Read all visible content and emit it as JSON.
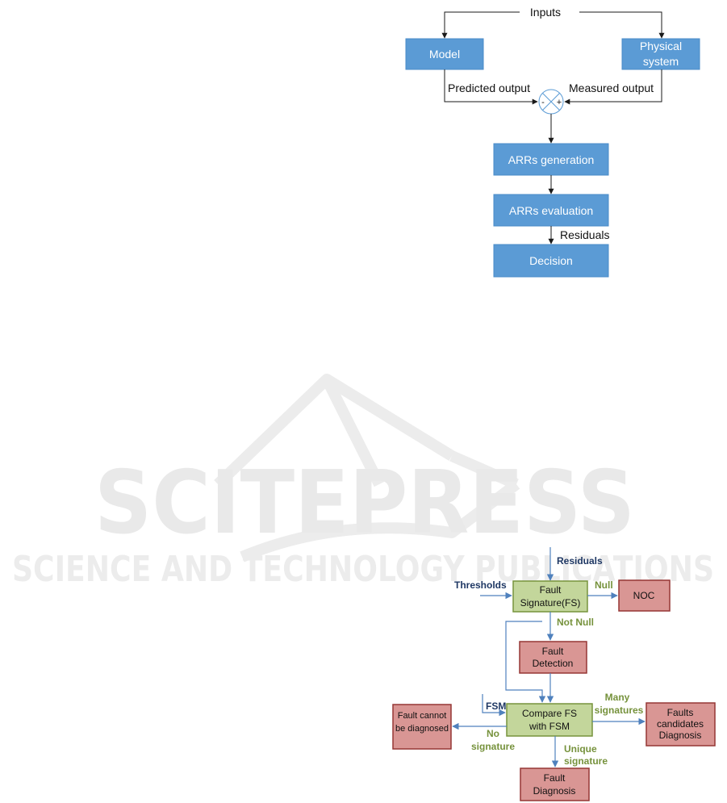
{
  "watermark": {
    "main": "SCITEPRESS",
    "sub": "SCIENCE AND TECHNOLOGY PUBLICATIONS"
  },
  "diagram1": {
    "inputs": "Inputs",
    "model": "Model",
    "physical_system": [
      "Physical",
      "system"
    ],
    "predicted_output": "Predicted output",
    "measured_output": "Measured output",
    "minus": "-",
    "plus": "+",
    "arrs_generation": "ARRs generation",
    "arrs_evaluation": "ARRs evaluation",
    "residuals": "Residuals",
    "decision": "Decision",
    "colors": {
      "box": "#5b9bd5",
      "box_border": "#4a8bc8",
      "line": "#1a1a1a"
    }
  },
  "diagram2": {
    "residuals": "Residuals",
    "thresholds": "Thresholds",
    "fault_signature": [
      "Fault",
      "Signature(FS)"
    ],
    "null": "Null",
    "noc": "NOC",
    "not_null": "Not Null",
    "fault_detection": [
      "Fault",
      "Detection"
    ],
    "fsm": "FSM",
    "compare": [
      "Compare FS",
      "with FSM"
    ],
    "many_signatures": [
      "Many",
      "signatures"
    ],
    "faults_candidates": [
      "Faults",
      "candidates",
      "Diagnosis"
    ],
    "no_signature": [
      "No",
      "signature"
    ],
    "fault_cannot": [
      "Fault cannot",
      "be diagnosed"
    ],
    "unique_signature": [
      "Unique",
      "signature"
    ],
    "fault_diagnosis": [
      "Fault",
      "Diagnosis"
    ],
    "colors": {
      "green_fill": "#c3d69b",
      "green_border": "#77933c",
      "red_fill": "#d99694",
      "red_border": "#953735",
      "arrow": "#4f81bd",
      "blue_label": "#1f3864",
      "green_label": "#76923c"
    }
  }
}
